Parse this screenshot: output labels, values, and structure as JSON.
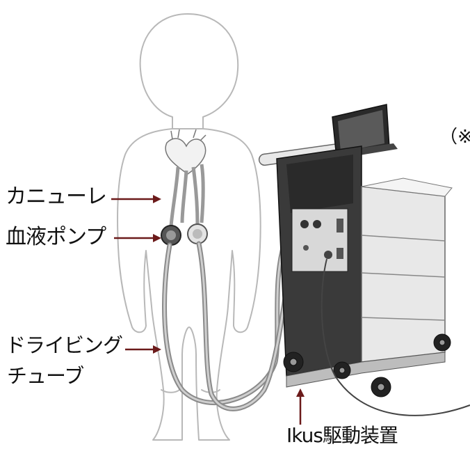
{
  "labels": {
    "cannula": "カニューレ",
    "pump": "血液ポンプ",
    "tube_line1": "ドライビング",
    "tube_line2": "チューブ",
    "device": "Ikus駆動装置",
    "note": "（※"
  },
  "colors": {
    "arrow": "#6b1a1a",
    "outline": "#b8b8b8",
    "device_dark": "#3a3a3a",
    "device_light": "#e6e6e6"
  }
}
